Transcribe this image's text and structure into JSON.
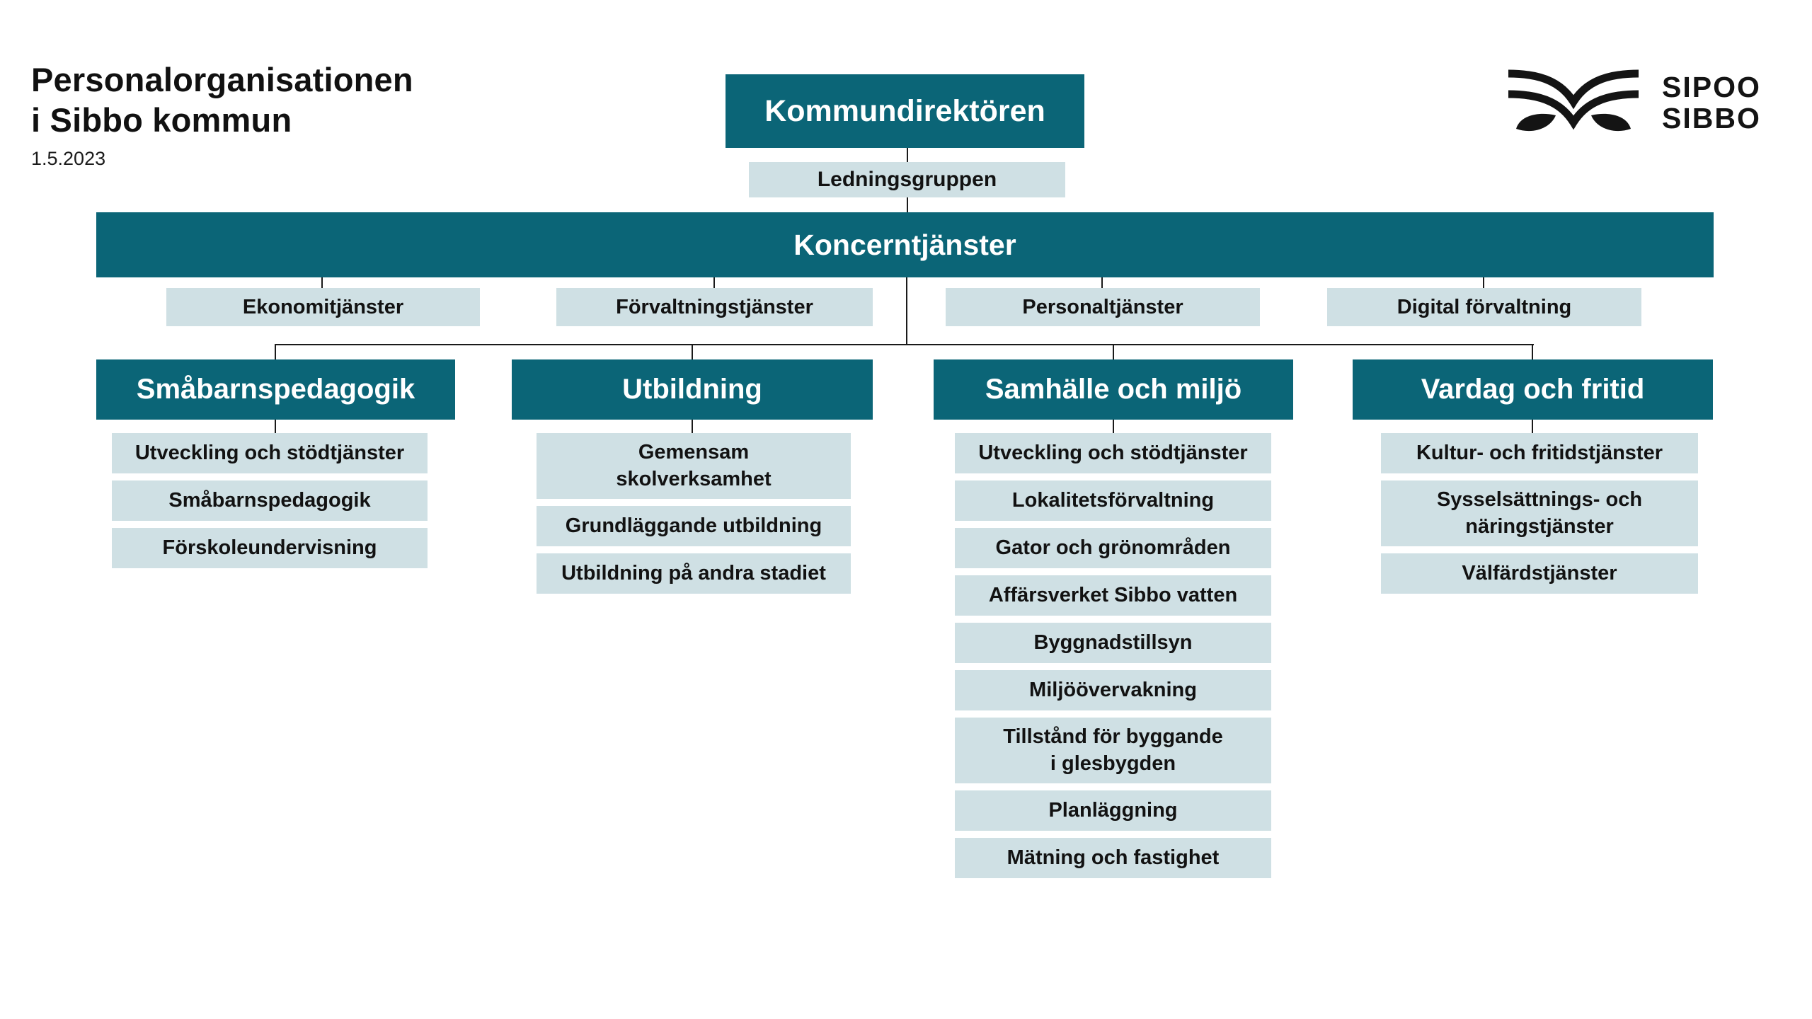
{
  "header": {
    "title_line1": "Personalorganisationen",
    "title_line2": "i Sibbo kommun",
    "date": "1.5.2023"
  },
  "logo": {
    "line1": "SIPOO",
    "line2": "SIBBO"
  },
  "colors": {
    "teal": "#0b6577",
    "light": "#cfe0e4",
    "line": "#1a1a1a",
    "ink": "#121212",
    "background": "#ffffff",
    "box_text_light": "#ffffff"
  },
  "chart": {
    "director": "Kommundirektören",
    "management_group": "Ledningsgruppen",
    "group_services": "Koncerntjänster",
    "services": [
      "Ekonomitjänster",
      "Förvaltningstjänster",
      "Personaltjänster",
      "Digital förvaltning"
    ],
    "departments": [
      {
        "title": "Småbarnspedagogik",
        "units": [
          "Utveckling och stödtjänster",
          "Småbarnspedagogik",
          "Förskoleundervisning"
        ]
      },
      {
        "title": "Utbildning",
        "units": [
          "Gemensam\nskolverksamhet",
          "Grundläggande utbildning",
          "Utbildning på andra stadiet"
        ]
      },
      {
        "title": "Samhälle och miljö",
        "units": [
          "Utveckling och stödtjänster",
          "Lokalitetsförvaltning",
          "Gator och grönområden",
          "Affärsverket Sibbo vatten",
          "Byggnadstillsyn",
          "Miljöövervakning",
          "Tillstånd för byggande\ni glesbygden",
          "Planläggning",
          "Mätning och fastighet"
        ]
      },
      {
        "title": "Vardag och fritid",
        "units": [
          "Kultur- och fritidstjänster",
          "Sysselsättnings- och\nnäringstjänster",
          "Välfärdstjänster"
        ]
      }
    ]
  }
}
